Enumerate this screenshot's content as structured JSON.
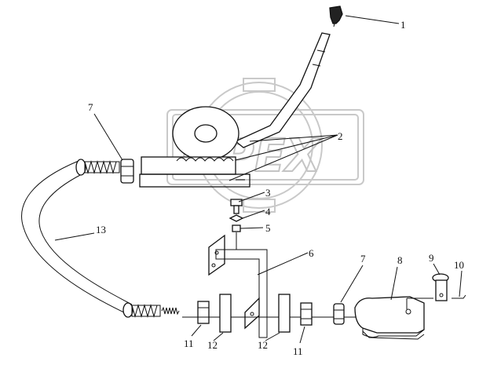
{
  "watermark": {
    "text": "OPEX"
  },
  "labels": {
    "l1": "1",
    "l2": "2",
    "l3": "3",
    "l4": "4",
    "l5": "5",
    "l6": "6",
    "l7a": "7",
    "l7b": "7",
    "l8": "8",
    "l9": "9",
    "l10": "10",
    "l11a": "11",
    "l11b": "11",
    "l12a": "12",
    "l12b": "12",
    "l13": "13"
  },
  "colors": {
    "line": "#111111",
    "watermark": "#c4c4c4",
    "background": "#ffffff"
  }
}
